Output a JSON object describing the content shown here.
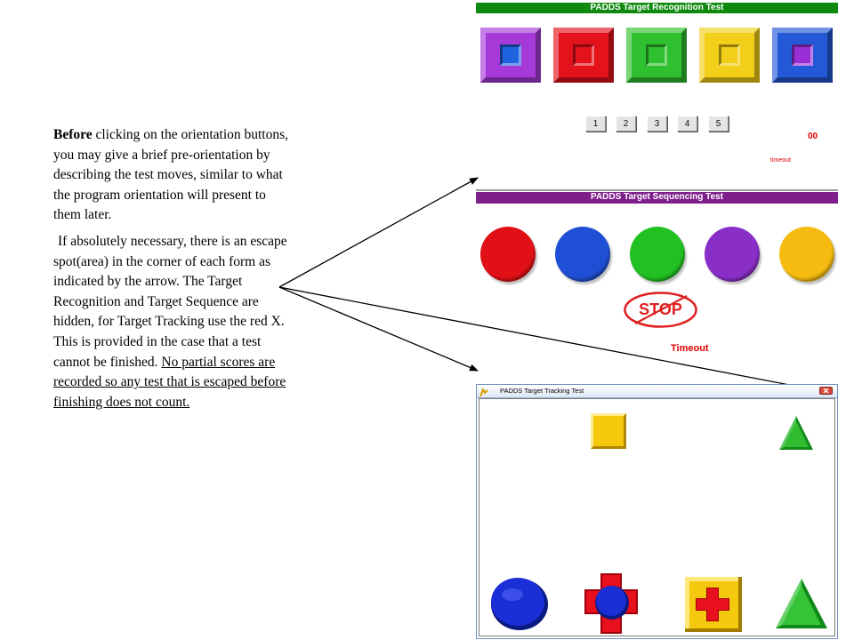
{
  "instructions": {
    "para1_bold": "Before",
    "para1_rest": " clicking on the orientation buttons, you may give a brief pre-orientation by describing the test moves, similar to what the program orientation will present to them later.",
    "para2_text": "If absolutely necessary, there is an escape spot(area) in the corner of each form as indicated by the arrow. The Target Recognition and Target Sequence are hidden,  for Target Tracking use the red X. This is provided in the case that a test cannot be finished. ",
    "para2_underlined": "No partial scores are recorded so any test that is escaped before finishing does not count."
  },
  "recognition": {
    "title": "PADDS Target Recognition Test",
    "title_color": "#0f8a0f",
    "squares": [
      {
        "outer": "#a63ad9",
        "inner": "#1f63e0"
      },
      {
        "outer": "#e3121b",
        "inner": "#e3121b"
      },
      {
        "outer": "#2fc02f",
        "inner": "#2fc02f"
      },
      {
        "outer": "#f2cf18",
        "inner": "#f2cf18"
      },
      {
        "outer": "#2358d6",
        "inner": "#9b2fd6"
      }
    ],
    "number_buttons": [
      "1",
      "2",
      "3",
      "4",
      "5"
    ],
    "score": "00",
    "timeout_label": "timeout"
  },
  "sequencing": {
    "title": "PADDS Target Sequencing Test",
    "title_color": "#7f1f8c",
    "circles": [
      "#e11016",
      "#1f4fd4",
      "#22c022",
      "#8a2ec8",
      "#f5bb10"
    ],
    "stop_label": "STOP",
    "timeout_label": "Timeout"
  },
  "tracking": {
    "title": "PADDS Target Tracking Test"
  }
}
